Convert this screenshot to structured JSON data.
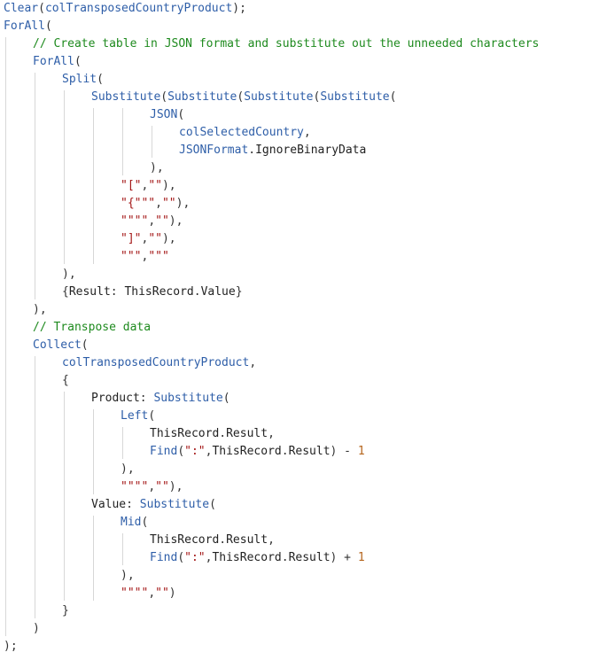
{
  "editor": {
    "colors": {
      "function": "#2e5ea8",
      "identifier": "#2e5ea8",
      "string": "#a31515",
      "number": "#b5651d",
      "comment": "#1e8a1e",
      "punctuation": "#333333",
      "guide": "#d7d7d7"
    },
    "lines": [
      {
        "indent": 0,
        "tokens": [
          {
            "t": "fn",
            "v": "Clear"
          },
          {
            "t": "p",
            "v": "("
          },
          {
            "t": "id",
            "v": "colTransposedCountryProduct"
          },
          {
            "t": "p",
            "v": ");"
          }
        ]
      },
      {
        "indent": 0,
        "tokens": [
          {
            "t": "fn",
            "v": "ForAll"
          },
          {
            "t": "p",
            "v": "("
          }
        ]
      },
      {
        "indent": 1,
        "tokens": [
          {
            "t": "cm",
            "v": "// Create table in JSON format and substitute out the unneeded characters"
          }
        ]
      },
      {
        "indent": 1,
        "tokens": [
          {
            "t": "fn",
            "v": "ForAll"
          },
          {
            "t": "p",
            "v": "("
          }
        ]
      },
      {
        "indent": 2,
        "tokens": [
          {
            "t": "fn",
            "v": "Split"
          },
          {
            "t": "p",
            "v": "("
          }
        ]
      },
      {
        "indent": 3,
        "tokens": [
          {
            "t": "fn",
            "v": "Substitute"
          },
          {
            "t": "p",
            "v": "("
          },
          {
            "t": "fn",
            "v": "Substitute"
          },
          {
            "t": "p",
            "v": "("
          },
          {
            "t": "fn",
            "v": "Substitute"
          },
          {
            "t": "p",
            "v": "("
          },
          {
            "t": "fn",
            "v": "Substitute"
          },
          {
            "t": "p",
            "v": "("
          }
        ]
      },
      {
        "indent": 5,
        "tokens": [
          {
            "t": "fn",
            "v": "JSON"
          },
          {
            "t": "p",
            "v": "("
          }
        ]
      },
      {
        "indent": 6,
        "tokens": [
          {
            "t": "id",
            "v": "colSelectedCountry"
          },
          {
            "t": "p",
            "v": ","
          }
        ]
      },
      {
        "indent": 6,
        "tokens": [
          {
            "t": "id",
            "v": "JSONFormat"
          },
          {
            "t": "p",
            "v": "."
          },
          {
            "t": "k",
            "v": "IgnoreBinaryData"
          }
        ]
      },
      {
        "indent": 5,
        "tokens": [
          {
            "t": "p",
            "v": "),"
          }
        ]
      },
      {
        "indent": 4,
        "tokens": [
          {
            "t": "str",
            "v": "\"[\""
          },
          {
            "t": "p",
            "v": ","
          },
          {
            "t": "str",
            "v": "\"\""
          },
          {
            "t": "p",
            "v": "),"
          }
        ]
      },
      {
        "indent": 4,
        "tokens": [
          {
            "t": "str",
            "v": "\"{\"\"\""
          },
          {
            "t": "p",
            "v": ","
          },
          {
            "t": "str",
            "v": "\"\""
          },
          {
            "t": "p",
            "v": "),"
          }
        ]
      },
      {
        "indent": 4,
        "tokens": [
          {
            "t": "str",
            "v": "\"\"\"\""
          },
          {
            "t": "p",
            "v": ","
          },
          {
            "t": "str",
            "v": "\"\""
          },
          {
            "t": "p",
            "v": "),"
          }
        ]
      },
      {
        "indent": 4,
        "tokens": [
          {
            "t": "str",
            "v": "\"]\""
          },
          {
            "t": "p",
            "v": ","
          },
          {
            "t": "str",
            "v": "\"\""
          },
          {
            "t": "p",
            "v": "),"
          }
        ]
      },
      {
        "indent": 4,
        "tokens": [
          {
            "t": "str",
            "v": "\"\"\""
          },
          {
            "t": "p",
            "v": ","
          },
          {
            "t": "str",
            "v": "\"\"\""
          }
        ]
      },
      {
        "indent": 2,
        "tokens": [
          {
            "t": "p",
            "v": "),"
          }
        ]
      },
      {
        "indent": 2,
        "tokens": [
          {
            "t": "p",
            "v": "{"
          },
          {
            "t": "k",
            "v": "Result"
          },
          {
            "t": "p",
            "v": ": "
          },
          {
            "t": "k",
            "v": "ThisRecord"
          },
          {
            "t": "p",
            "v": "."
          },
          {
            "t": "k",
            "v": "Value"
          },
          {
            "t": "p",
            "v": "}"
          }
        ]
      },
      {
        "indent": 1,
        "tokens": [
          {
            "t": "p",
            "v": "),"
          }
        ]
      },
      {
        "indent": 1,
        "tokens": [
          {
            "t": "cm",
            "v": "// Transpose data"
          }
        ]
      },
      {
        "indent": 1,
        "tokens": [
          {
            "t": "fn",
            "v": "Collect"
          },
          {
            "t": "p",
            "v": "("
          }
        ]
      },
      {
        "indent": 2,
        "tokens": [
          {
            "t": "id",
            "v": "colTransposedCountryProduct"
          },
          {
            "t": "p",
            "v": ","
          }
        ]
      },
      {
        "indent": 2,
        "tokens": [
          {
            "t": "p",
            "v": "{"
          }
        ]
      },
      {
        "indent": 3,
        "tokens": [
          {
            "t": "k",
            "v": "Product"
          },
          {
            "t": "p",
            "v": ": "
          },
          {
            "t": "fn",
            "v": "Substitute"
          },
          {
            "t": "p",
            "v": "("
          }
        ]
      },
      {
        "indent": 4,
        "tokens": [
          {
            "t": "fn",
            "v": "Left"
          },
          {
            "t": "p",
            "v": "("
          }
        ]
      },
      {
        "indent": 5,
        "tokens": [
          {
            "t": "k",
            "v": "ThisRecord"
          },
          {
            "t": "p",
            "v": "."
          },
          {
            "t": "k",
            "v": "Result"
          },
          {
            "t": "p",
            "v": ","
          }
        ]
      },
      {
        "indent": 5,
        "tokens": [
          {
            "t": "fn",
            "v": "Find"
          },
          {
            "t": "p",
            "v": "("
          },
          {
            "t": "str",
            "v": "\":\""
          },
          {
            "t": "p",
            "v": ","
          },
          {
            "t": "k",
            "v": "ThisRecord"
          },
          {
            "t": "p",
            "v": "."
          },
          {
            "t": "k",
            "v": "Result"
          },
          {
            "t": "p",
            "v": ") - "
          },
          {
            "t": "num",
            "v": "1"
          }
        ]
      },
      {
        "indent": 4,
        "tokens": [
          {
            "t": "p",
            "v": "),"
          }
        ]
      },
      {
        "indent": 4,
        "tokens": [
          {
            "t": "str",
            "v": "\"\"\"\""
          },
          {
            "t": "p",
            "v": ","
          },
          {
            "t": "str",
            "v": "\"\""
          },
          {
            "t": "p",
            "v": "),"
          }
        ]
      },
      {
        "indent": 3,
        "tokens": [
          {
            "t": "k",
            "v": "Value"
          },
          {
            "t": "p",
            "v": ": "
          },
          {
            "t": "fn",
            "v": "Substitute"
          },
          {
            "t": "p",
            "v": "("
          }
        ]
      },
      {
        "indent": 4,
        "tokens": [
          {
            "t": "fn",
            "v": "Mid"
          },
          {
            "t": "p",
            "v": "("
          }
        ]
      },
      {
        "indent": 5,
        "tokens": [
          {
            "t": "k",
            "v": "ThisRecord"
          },
          {
            "t": "p",
            "v": "."
          },
          {
            "t": "k",
            "v": "Result"
          },
          {
            "t": "p",
            "v": ","
          }
        ]
      },
      {
        "indent": 5,
        "tokens": [
          {
            "t": "fn",
            "v": "Find"
          },
          {
            "t": "p",
            "v": "("
          },
          {
            "t": "str",
            "v": "\":\""
          },
          {
            "t": "p",
            "v": ","
          },
          {
            "t": "k",
            "v": "ThisRecord"
          },
          {
            "t": "p",
            "v": "."
          },
          {
            "t": "k",
            "v": "Result"
          },
          {
            "t": "p",
            "v": ") + "
          },
          {
            "t": "num",
            "v": "1"
          }
        ]
      },
      {
        "indent": 4,
        "tokens": [
          {
            "t": "p",
            "v": "),"
          }
        ]
      },
      {
        "indent": 4,
        "tokens": [
          {
            "t": "str",
            "v": "\"\"\"\""
          },
          {
            "t": "p",
            "v": ","
          },
          {
            "t": "str",
            "v": "\"\""
          },
          {
            "t": "p",
            "v": ")"
          }
        ]
      },
      {
        "indent": 2,
        "tokens": [
          {
            "t": "p",
            "v": "}"
          }
        ]
      },
      {
        "indent": 1,
        "tokens": [
          {
            "t": "p",
            "v": ")"
          }
        ]
      },
      {
        "indent": 0,
        "tokens": [
          {
            "t": "p",
            "v": ");"
          }
        ]
      }
    ]
  }
}
